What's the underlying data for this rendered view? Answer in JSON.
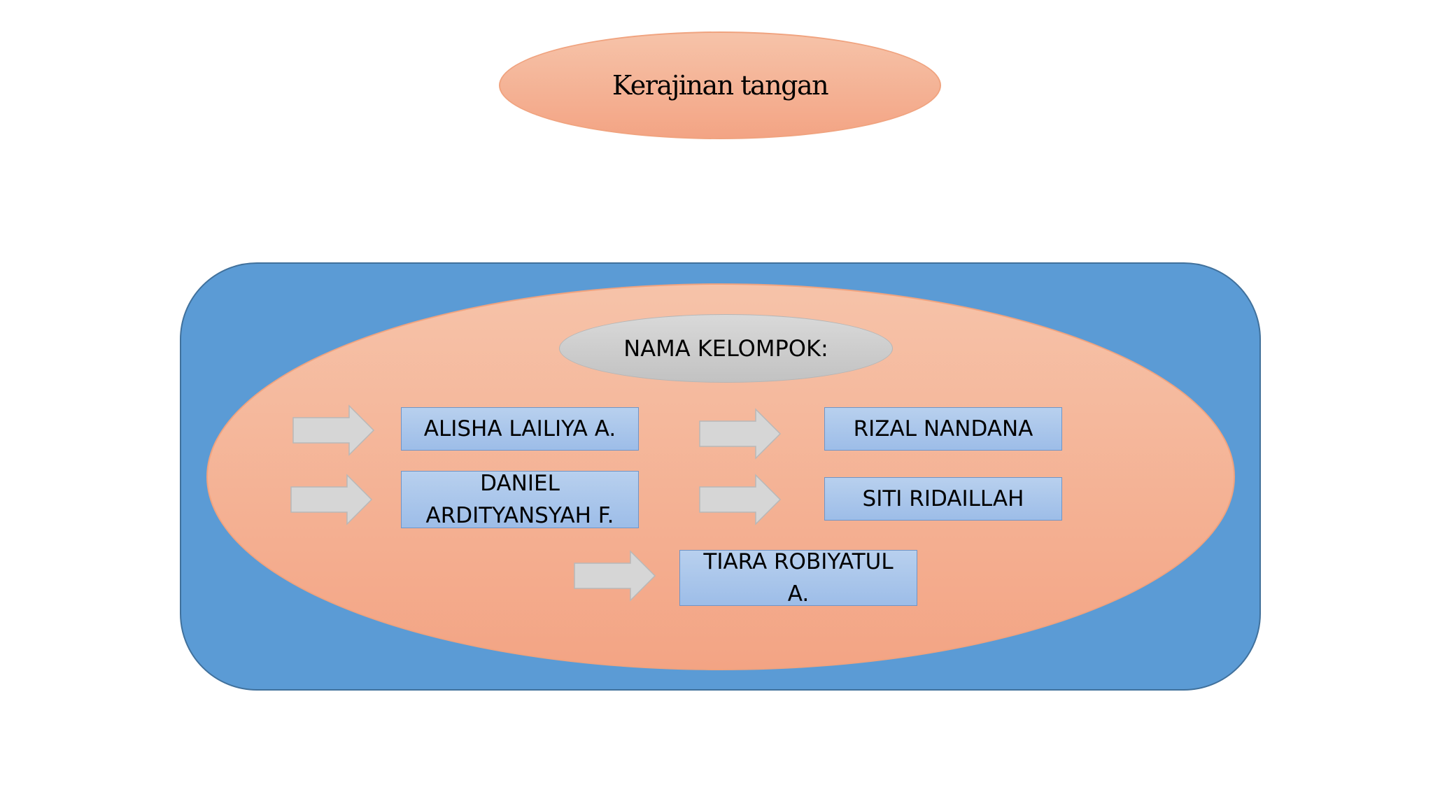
{
  "title": "Kerajinan tangan",
  "heading": "NAMA KELOMPOK:",
  "members": {
    "alisha": "ALISHA LAILIYA A.",
    "daniel": "DANIEL ARDITYANSYAH F.",
    "rizal": "RIZAL NANDANA",
    "siti": "SITI RIDAILLAH",
    "tiara": "TIARA ROBIYATUL A."
  },
  "colors": {
    "panel_blue": "#5b9bd5",
    "oval_orange": "#f4b18f",
    "box_blue": "#a9c6eb",
    "heading_grey": "#cfcfcf",
    "arrow_grey": "#d6d6d6"
  },
  "icons": {
    "arrow": "right-arrow-icon"
  }
}
